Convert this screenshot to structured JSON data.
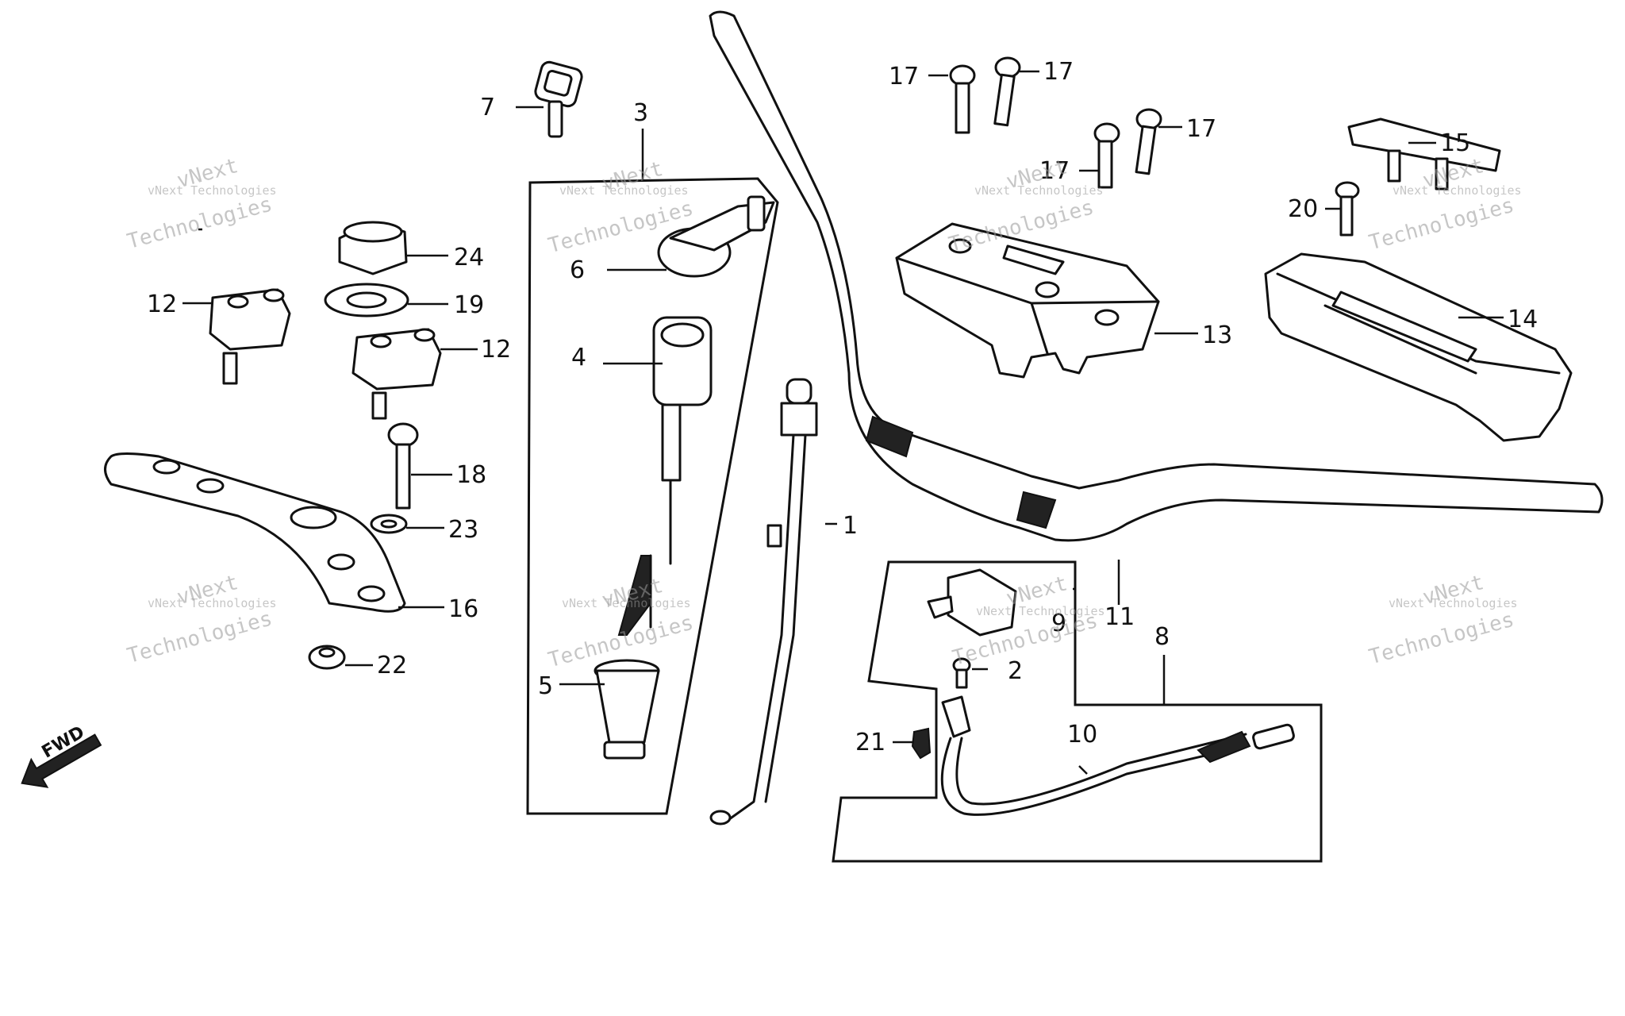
{
  "diagram": {
    "direction_label": "FWD",
    "watermark_brand_top": "vNext",
    "watermark_brand_bottom": "Technologies",
    "watermark_full": "vNext Technologies"
  },
  "callouts": [
    {
      "id": "1",
      "label": "1"
    },
    {
      "id": "2",
      "label": "2"
    },
    {
      "id": "3",
      "label": "3"
    },
    {
      "id": "4",
      "label": "4"
    },
    {
      "id": "5",
      "label": "5"
    },
    {
      "id": "6",
      "label": "6"
    },
    {
      "id": "7",
      "label": "7"
    },
    {
      "id": "8",
      "label": "8"
    },
    {
      "id": "9",
      "label": "9"
    },
    {
      "id": "10",
      "label": "10"
    },
    {
      "id": "11",
      "label": "11"
    },
    {
      "id": "12a",
      "label": "12"
    },
    {
      "id": "12b",
      "label": "12"
    },
    {
      "id": "13",
      "label": "13"
    },
    {
      "id": "14",
      "label": "14"
    },
    {
      "id": "15",
      "label": "15"
    },
    {
      "id": "16",
      "label": "16"
    },
    {
      "id": "17a",
      "label": "17"
    },
    {
      "id": "17b",
      "label": "17"
    },
    {
      "id": "17c",
      "label": "17"
    },
    {
      "id": "17d",
      "label": "17"
    },
    {
      "id": "18",
      "label": "18"
    },
    {
      "id": "19",
      "label": "19"
    },
    {
      "id": "20",
      "label": "20"
    },
    {
      "id": "21",
      "label": "21"
    },
    {
      "id": "22",
      "label": "22"
    },
    {
      "id": "23",
      "label": "23"
    },
    {
      "id": "24",
      "label": "24"
    }
  ]
}
